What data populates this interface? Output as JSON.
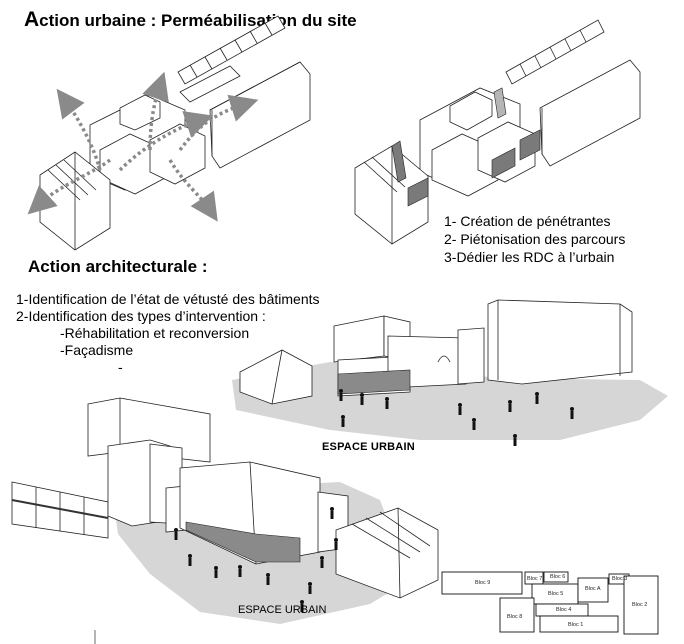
{
  "header": {
    "first_letter": "A",
    "title_rest": "ction urbaine  : Perméabilisation du site"
  },
  "section2": {
    "title": "Action architecturale :"
  },
  "steps": [
    "1- Création de pénétrantes",
    "2- Piétonisation des parcours",
    "3-Dédier les RDC à l’urbain"
  ],
  "identification": {
    "line1": "1-Identification de l’état de vétusté des bâtiments",
    "line2": "2-Identification des types d’intervention :",
    "sub1": "-Réhabilitation et reconversion",
    "sub2": "-Façadisme",
    "sub3": "-"
  },
  "labels": {
    "espace_urbain_1": "ESPACE URBAIN",
    "espace_urbain_2": "ESPACE URBAIN"
  },
  "plan_blocs": {
    "bloc9": "Bloc 9",
    "bloc7": "Bloc 7",
    "bloc6": "Bloc 6",
    "bloc5": "Bloc 5",
    "blocA": "Bloc A",
    "bloc3": "Bloc 3",
    "bloc2": "Bloc 2",
    "bloc8": "Bloc 8",
    "bloc4": "Bloc 4",
    "bloc1": "Bloc 1"
  },
  "colors": {
    "ground": "#d6d6d6",
    "highlight": "#7a7a7a",
    "arrow": "#8a8a8a",
    "line": "#222222"
  }
}
